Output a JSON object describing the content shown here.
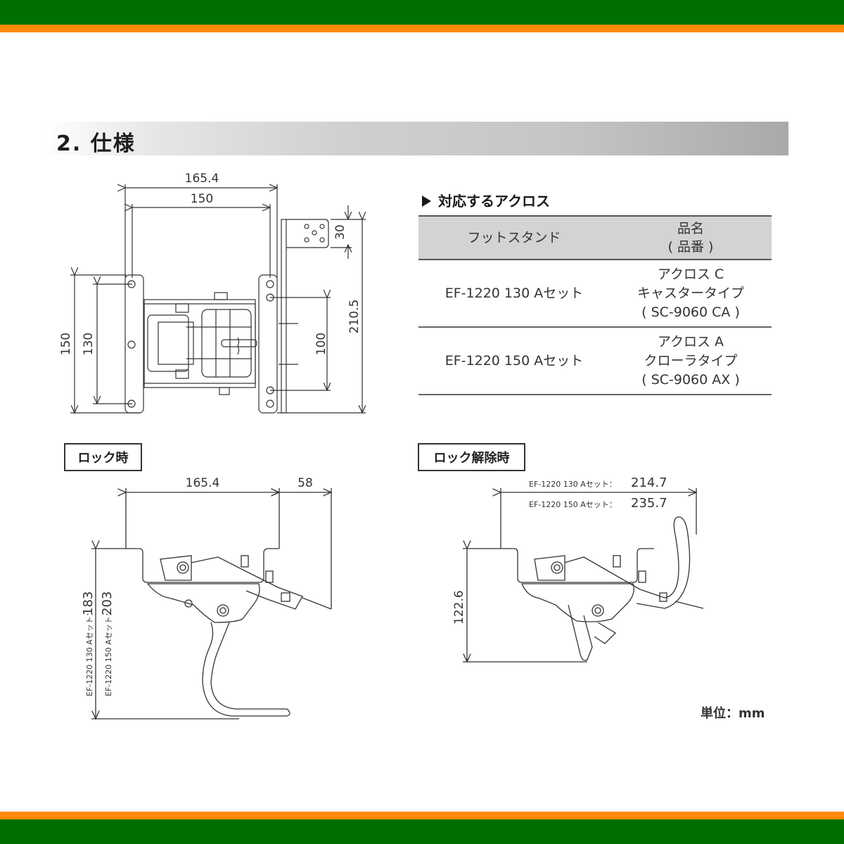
{
  "bands": {
    "green": "#006f00",
    "orange": "#ff8a0a"
  },
  "section": {
    "title": "2. 仕様"
  },
  "top_view": {
    "dims": {
      "outer_width": "165.4",
      "inner_width": "150",
      "outer_height": "150",
      "inner_height": "130",
      "mount_spacing": "100",
      "total_height": "210.5",
      "plate_height": "30"
    }
  },
  "compat": {
    "title": "対応するアクロス",
    "headers": {
      "col1": "フットスタンド",
      "col2_line1": "品名",
      "col2_line2": "( 品番 )"
    },
    "rows": [
      {
        "stand": "EF-1220 130 Aセット",
        "name1": "アクロス C",
        "name2": "キャスタータイプ",
        "code": "( SC-9060 CA )"
      },
      {
        "stand": "EF-1220 150 Aセット",
        "name1": "アクロス A",
        "name2": "クローラタイプ",
        "code": "( SC-9060 AX )"
      }
    ]
  },
  "locked": {
    "label": "ロック時",
    "width": "165.4",
    "extra": "58",
    "h130_label": "EF-1220 130 Aセット：",
    "h130": "183",
    "h150_label": "EF-1220 150 Aセット：",
    "h150": "203"
  },
  "unlocked": {
    "label": "ロック解除時",
    "w130_label": "EF-1220 130 Aセット：",
    "w130": "214.7",
    "w150_label": "EF-1220 150 Aセット：",
    "w150": "235.7",
    "height": "122.6"
  },
  "unit": "単位：mm"
}
